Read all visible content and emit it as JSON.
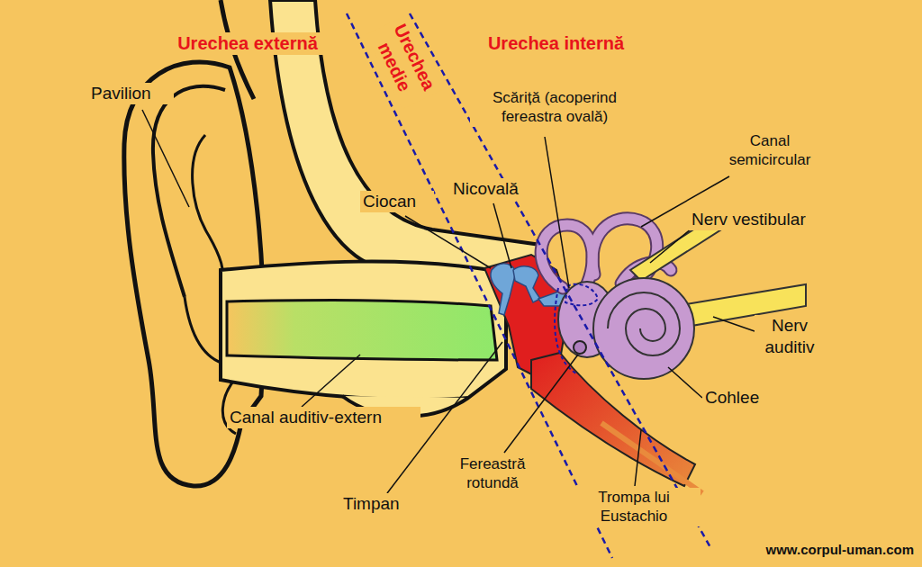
{
  "diagram": {
    "labels": [
      "Urechea externă",
      "Urechea medie",
      "Urechea internă",
      "Pavilion",
      "Scăriță (acoperind fereastra ovală)",
      "Canal semicircular",
      "Nicovală",
      "Ciocan",
      "Nerv vestibular",
      "Nerv auditiv",
      "Cohlee",
      "Canal auditiv-extern",
      "Timpan",
      "Fereastră rotundă",
      "Trompa lui Eustachio",
      "www.corpul-uman.com"
    ]
  }
}
